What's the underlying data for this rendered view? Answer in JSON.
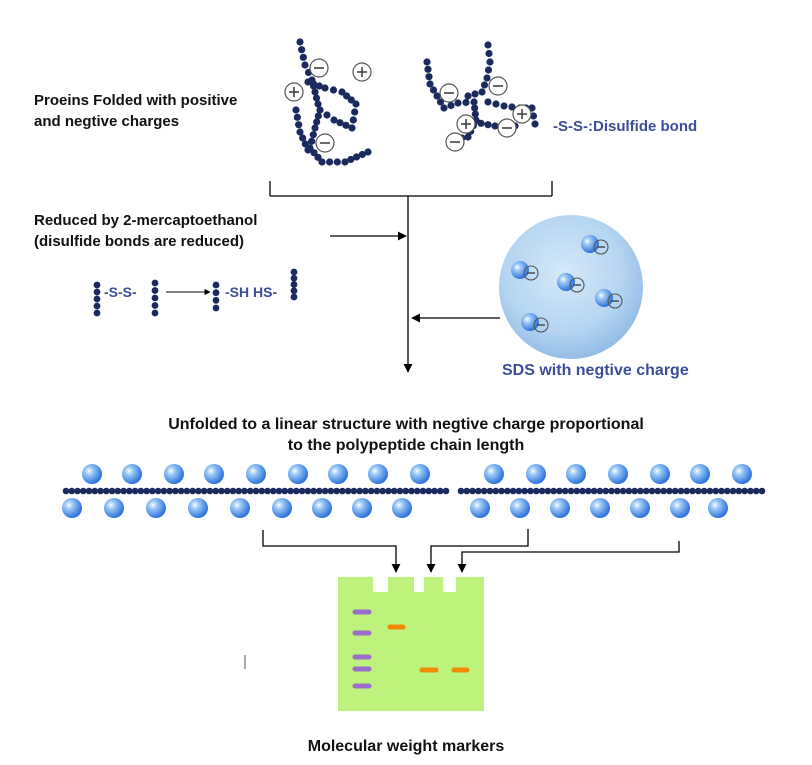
{
  "labels": {
    "folded_line1": "Proeins Folded with positive",
    "folded_line2": "and negtive charges",
    "disulfide": "-S-S-:Disulfide bond",
    "reduced_line1": "Reduced by 2-mercaptoethanol",
    "reduced_line2": "(disulfide bonds are reduced)",
    "ss_small": "-S-S-",
    "sh_small": "-SH HS-",
    "sds": "SDS with negtive charge",
    "unfolded_line1": "Unfolded to a linear structure with negtive charge proportional",
    "unfolded_line2": "to the polypeptide chain length",
    "markers": "Molecular weight markers"
  },
  "symbols": {
    "plus": "+",
    "minus": "−"
  },
  "colors": {
    "chain": "#1b2a5e",
    "label_blue": "#3c4e9a",
    "text": "#111111",
    "sds_sphere": "#a9cdee",
    "sds_bead": "#3f86e6",
    "gel": "#bdf27d",
    "marker_band": "#9a6dc9",
    "sample_band": "#f08a00",
    "arrow": "#000000"
  },
  "icons": [
    "plus-charge-icon",
    "minus-charge-icon",
    "amino-acid-bead-icon",
    "sds-molecule-icon",
    "arrow-icon"
  ]
}
